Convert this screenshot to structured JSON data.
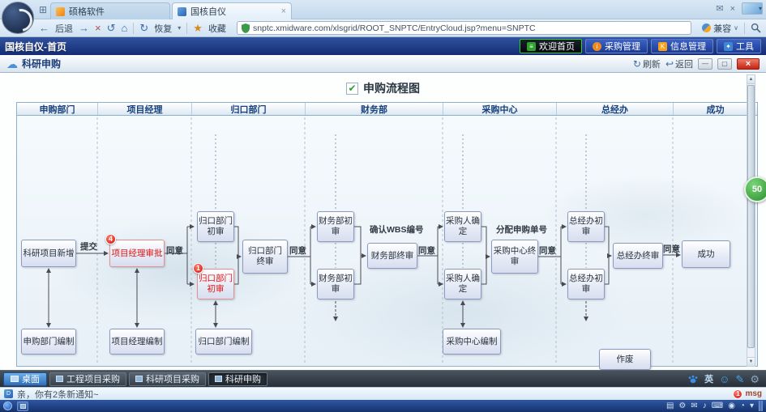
{
  "icons": {
    "grid": "⊞",
    "back": "←",
    "forward": "→",
    "stop": "×",
    "reload": "↺",
    "home": "⌂",
    "restore": "↻",
    "star": "★",
    "caret_down": "∨",
    "caret_small": "▾",
    "cloud": "☁",
    "refresh": "↻",
    "return": "↩",
    "check": "✔",
    "minimize": "—",
    "maximize": "▢",
    "close": "×",
    "smiley": "☺",
    "pencil": "✎",
    "gear": "⚙",
    "up": "▲",
    "down": "▼",
    "music": "♪",
    "keyboard": "⌨",
    "mail": "✉",
    "list": "▤",
    "dot": "◉",
    "clock": "◔",
    "paw": "❉",
    "info": "i",
    "letter_d": "D"
  },
  "browser": {
    "tabs": [
      {
        "label": "硕格软件"
      },
      {
        "label": "国核自仪"
      }
    ],
    "nav": {
      "back_label": "后退",
      "restore_label": "恢复",
      "favorites_label": "收藏",
      "compat_label": "兼容"
    },
    "address": "snptc.xmidware.com/xlsgrid/ROOT_SNPTC/EntryCloud.jsp?menu=SNPTC"
  },
  "titlebar": {
    "title": "国核自仪-首页",
    "buttons": [
      {
        "label": "欢迎首页"
      },
      {
        "label": "采购管理"
      },
      {
        "label": "信息管理"
      },
      {
        "label": "工具"
      }
    ]
  },
  "subheader": {
    "title": "科研申购",
    "refresh_label": "刷新",
    "back_label": "返回"
  },
  "flow": {
    "title": "申购流程图",
    "columns": [
      "申购部门",
      "项目经理",
      "归口部门",
      "财务部",
      "采购中心",
      "总经办",
      "成功"
    ],
    "nodes": [
      {
        "label": "科研项目新增"
      },
      {
        "label": "项目经理审批",
        "badge": "4"
      },
      {
        "label": "归口部门初审"
      },
      {
        "label": "归口部门初审",
        "badge": "1"
      },
      {
        "label": "归口部门终审"
      },
      {
        "label": "财务部初审"
      },
      {
        "label": "财务部初审"
      },
      {
        "label": "财务部终审"
      },
      {
        "label": "采购人确定"
      },
      {
        "label": "采购人确定"
      },
      {
        "label": "采购中心终审"
      },
      {
        "label": "总经办初审"
      },
      {
        "label": "总经办初审"
      },
      {
        "label": "总经办终审"
      },
      {
        "label": "成功"
      },
      {
        "label": "申购部门编制"
      },
      {
        "label": "项目经理编制"
      },
      {
        "label": "归口部门编制"
      },
      {
        "label": "采购中心编制"
      },
      {
        "label": "作废"
      }
    ],
    "edge_labels": [
      {
        "text": "提交"
      },
      {
        "text": "同意"
      },
      {
        "text": "同意"
      },
      {
        "text": "确认WBS编号"
      },
      {
        "text": "同意"
      },
      {
        "text": "分配申购单号"
      },
      {
        "text": "同意"
      },
      {
        "text": "同意"
      }
    ]
  },
  "taskbar": {
    "desktop_label": "桌面",
    "tabs": [
      "工程项目采购",
      "科研项目采购",
      "科研申购"
    ],
    "lang_label": "英"
  },
  "notification": {
    "text": "亲，你有2条新通知~",
    "msg_label": "msg",
    "badge": "1"
  },
  "float_badge": "50"
}
